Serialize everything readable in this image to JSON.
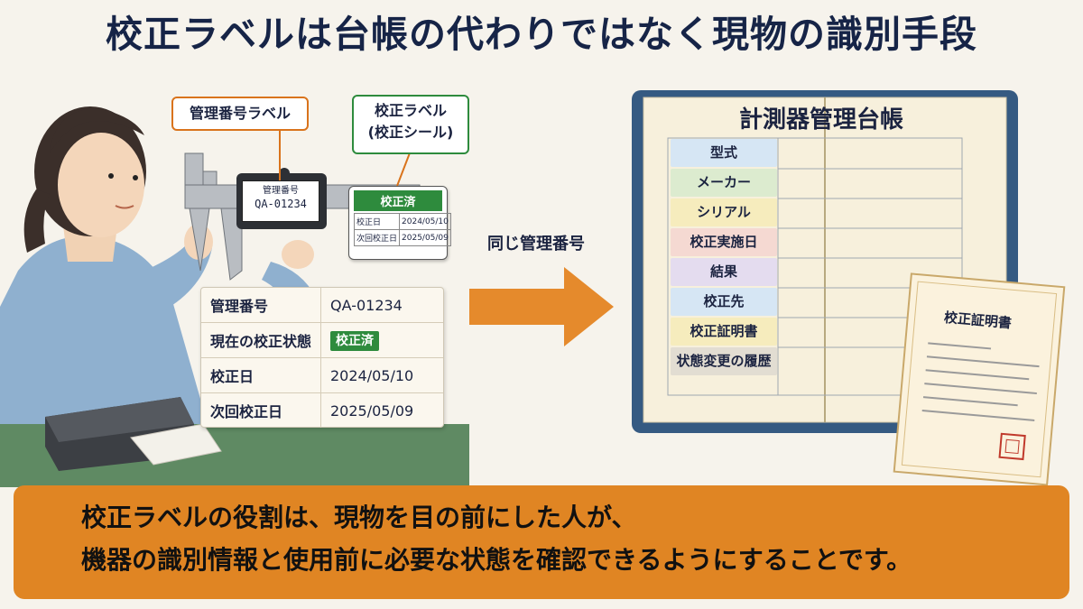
{
  "title": "校正ラベルは台帳の代わりではなく現物の識別手段",
  "callouts": {
    "mgmt_label": "管理番号ラベル",
    "cal_label_line1": "校正ラベル",
    "cal_label_line2": "(校正シール)"
  },
  "caliper_label": {
    "heading": "管理番号",
    "number": "QA-01234"
  },
  "sticker": {
    "status": "校正済",
    "rows": [
      {
        "k": "校正日",
        "v": "2024/05/10"
      },
      {
        "k": "次回校正日",
        "v": "2025/05/09"
      }
    ]
  },
  "info_table": [
    {
      "k": "管理番号",
      "v": "QA-01234"
    },
    {
      "k": "現在の校正状態",
      "v": "校正済"
    },
    {
      "k": "校正日",
      "v": "2024/05/10"
    },
    {
      "k": "次回校正日",
      "v": "2025/05/09"
    }
  ],
  "arrow_label": "同じ管理番号",
  "ledger": {
    "title": "計測器管理台帳",
    "fields": [
      "型式",
      "メーカー",
      "シリアル",
      "校正実施日",
      "結果",
      "校正先",
      "校正証明書",
      "状態変更の履歴"
    ],
    "field_colors": [
      "#d6e6f4",
      "#dcebcf",
      "#f6ecbd",
      "#f5d9d2",
      "#e4dcef",
      "#d6e6f4",
      "#f6ecbd",
      "#e2ddd2"
    ]
  },
  "certificate": {
    "title": "校正証明書"
  },
  "banner": {
    "line1": "校正ラベルの役割は、現物を目の前にした人が、",
    "line2": "機器の識別情報と使用前に必要な状態を確認できるようにすることです。"
  },
  "colors": {
    "accent": "#e08523",
    "green": "#2e8b3d",
    "navy": "#162447"
  }
}
